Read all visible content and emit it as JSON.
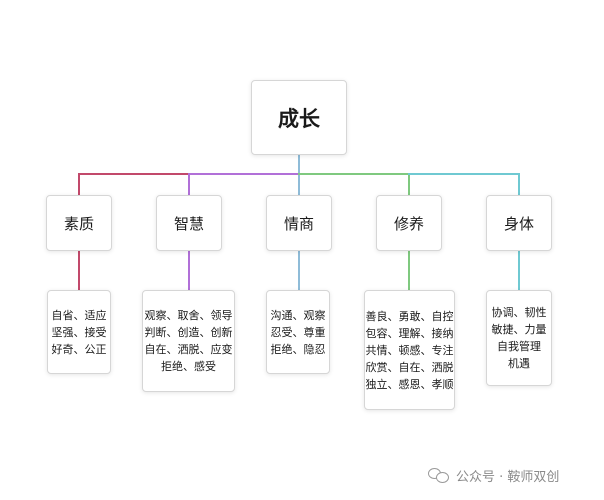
{
  "diagram": {
    "root": {
      "label": "成长"
    },
    "categories": [
      {
        "label": "素质",
        "color": "#c2496b",
        "items": [
          "自省、适应",
          "坚强、接受",
          "好奇、公正"
        ]
      },
      {
        "label": "智慧",
        "color": "#b170d8",
        "items": [
          "观察、取舍、领导",
          "判断、创造、创新",
          "自在、洒脱、应变",
          "拒绝、感受"
        ]
      },
      {
        "label": "情商",
        "color": "#8fbcd8",
        "items": [
          "沟通、观察",
          "忍受、尊重",
          "拒绝、隐忍"
        ]
      },
      {
        "label": "修养",
        "color": "#7fc97f",
        "items": [
          "善良、勇敢、自控",
          "包容、理解、接纳",
          "共情、顿感、专注",
          "欣赏、自在、洒脱",
          "独立、感恩、孝顺"
        ]
      },
      {
        "label": "身体",
        "color": "#6fc9d2",
        "items": [
          "协调、韧性",
          "敏捷、力量",
          "自我管理",
          "机遇"
        ]
      }
    ]
  },
  "watermark": {
    "icon": "wechat-icon",
    "text": "公众号 · 鞍师双创"
  }
}
